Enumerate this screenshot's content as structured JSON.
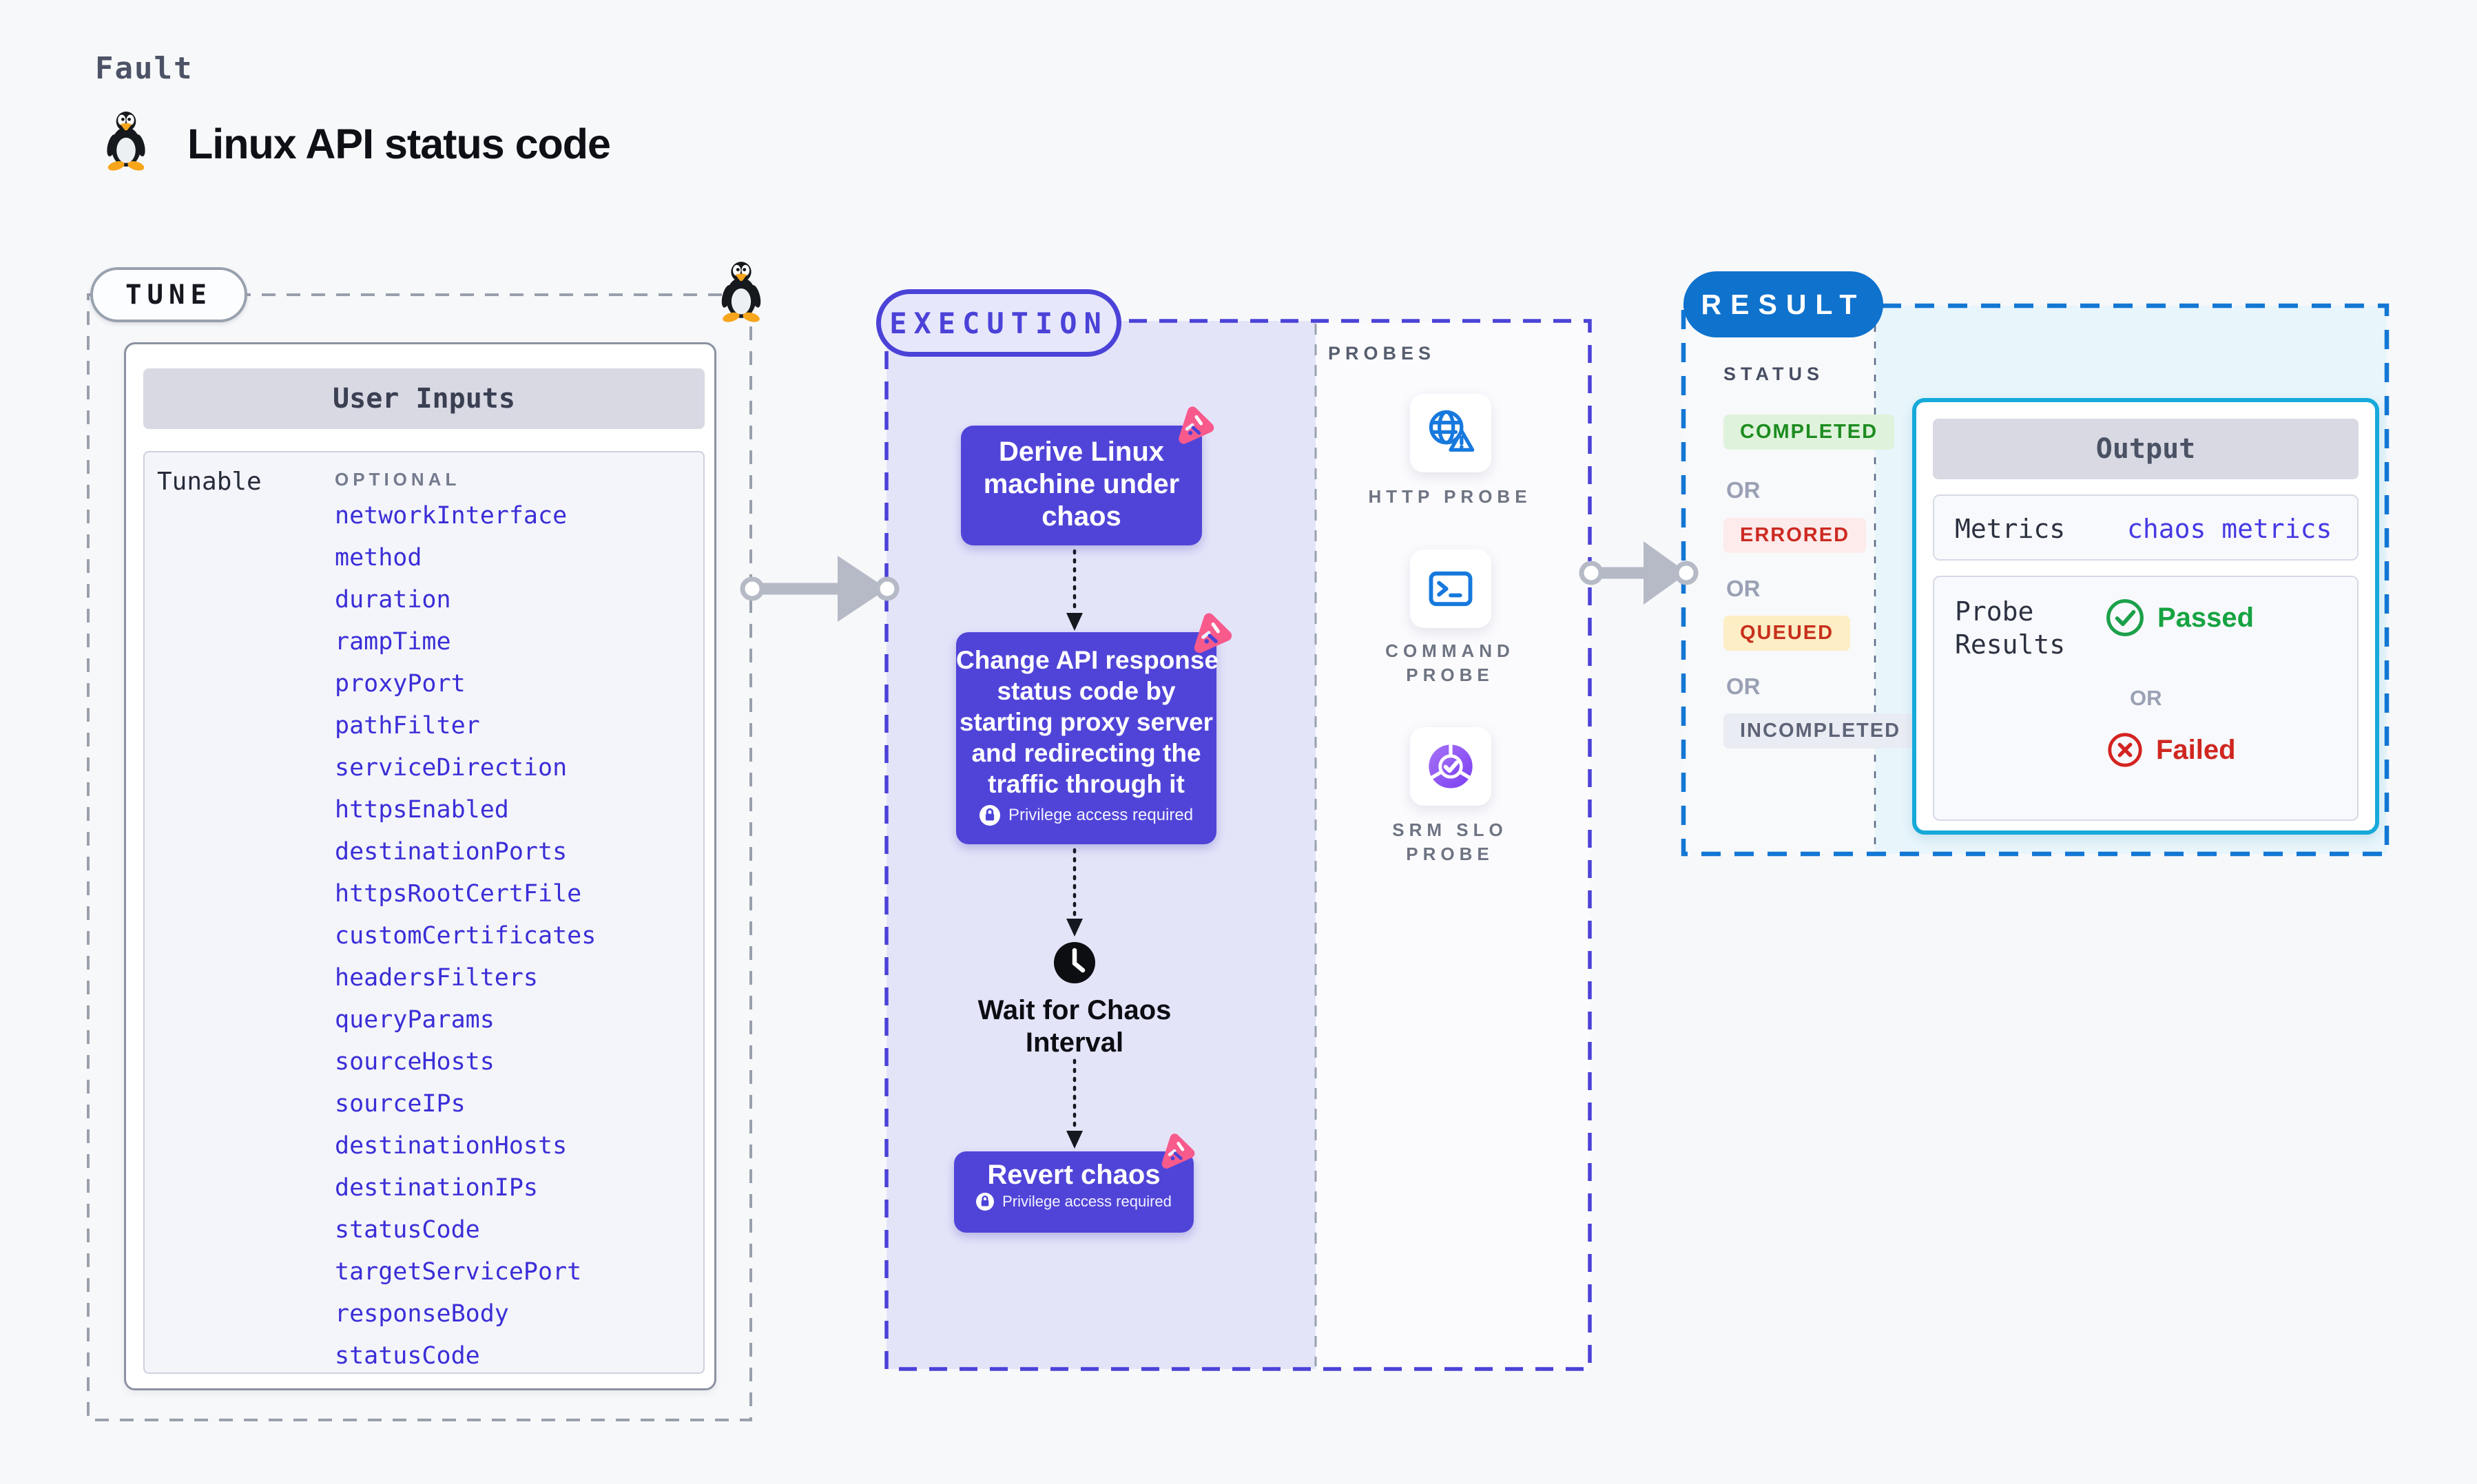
{
  "page": {
    "kicker": "Fault",
    "title": "Linux API status code"
  },
  "tune": {
    "pill_label": "TUNE",
    "card_header": "User Inputs",
    "row_label": "Tunable",
    "column_header": "OPTIONAL",
    "params": [
      "networkInterface",
      "method",
      "duration",
      "rampTime",
      "proxyPort",
      "pathFilter",
      "serviceDirection",
      "httpsEnabled",
      "destinationPorts",
      "httpsRootCertFile",
      "customCertificates",
      "headersFilters",
      "queryParams",
      "sourceHosts",
      "sourceIPs",
      "destinationHosts",
      "destinationIPs",
      "statusCode",
      "targetServicePort",
      "responseBody",
      "statusCode"
    ]
  },
  "execution": {
    "pill_label": "EXECUTION",
    "derive_lines": [
      "Derive Linux",
      "machine under",
      "chaos"
    ],
    "chaos_lines": [
      "Change API response",
      "status code by",
      "starting proxy server",
      "and redirecting the",
      "traffic through it"
    ],
    "wait_lines": [
      "Wait for Chaos",
      "Interval"
    ],
    "revert_label": "Revert chaos",
    "privilege_note": "Privilege access required"
  },
  "probes": {
    "heading": "PROBES",
    "items": [
      {
        "label": "HTTP PROBE",
        "icon": "globe-alert-icon"
      },
      {
        "label": "COMMAND PROBE",
        "icon": "terminal-icon"
      },
      {
        "label": "SRM SLO PROBE",
        "icon": "slo-donut-icon"
      }
    ]
  },
  "result": {
    "pill_label": "RESULT",
    "status_heading": "STATUS",
    "or_label": "OR",
    "statuses": [
      {
        "label": "COMPLETED",
        "text_color": "#1d8c1f",
        "bg_color": "#dff3dc"
      },
      {
        "label": "ERRORED",
        "text_color": "#cc2a22",
        "bg_color": "#fcebea"
      },
      {
        "label": "QUEUED",
        "text_color": "#c8301c",
        "bg_color": "#fdeec5"
      },
      {
        "label": "INCOMPLETED",
        "text_color": "#5d6477",
        "bg_color": "#eaecf3"
      }
    ],
    "output": {
      "header": "Output",
      "metrics_label": "Metrics",
      "metrics_value": "chaos metrics",
      "probe_results_label": "Probe Results",
      "passed_label": "Passed",
      "failed_label": "Failed"
    }
  },
  "colors": {
    "page_bg": "#f7f8fa",
    "accent_indigo": "#4b42d8",
    "step_box_indigo": "#5044d8",
    "execution_fill": "#e4e4f9",
    "chaos_pink": "#f85a8c",
    "result_blue": "#0f72cd",
    "result_fill": "#e8f5fb",
    "output_border_cyan": "#16a9da",
    "param_link_blue": "#3b2ed7",
    "probe_icon_blue": "#1779dd",
    "passed_green": "#16a341",
    "failed_red": "#d02620",
    "arrow_gray": "#b6bac6"
  }
}
